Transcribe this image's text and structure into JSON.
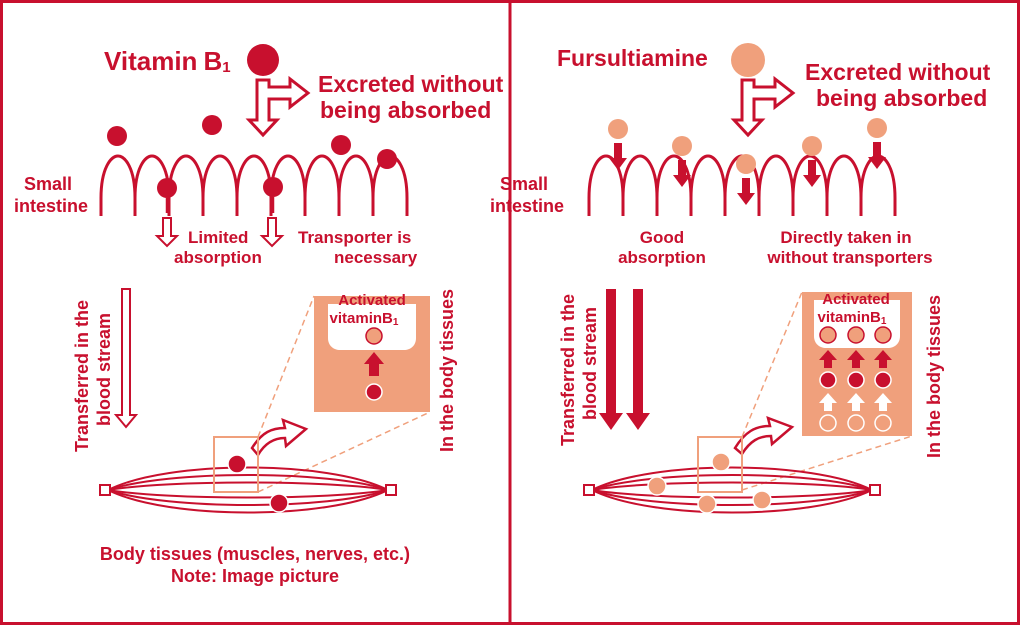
{
  "colors": {
    "red": "#c8102e",
    "salmon": "#f0a07c",
    "salmon_dark": "#e8916c",
    "white": "#ffffff"
  },
  "left_panel": {
    "title": "Vitamin",
    "title_suffix": "B",
    "title_subscript": "1",
    "excreted_line1": "Excreted without",
    "excreted_line2": "being absorbed",
    "small_intestine_line1": "Small",
    "small_intestine_line2": "intestine",
    "limited_line1": "Limited",
    "limited_line2": "absorption",
    "transporter_line1": "Transporter is",
    "transporter_line2": "necessary",
    "blood_line1": "Transferred in the",
    "blood_line2": "blood stream",
    "body_tissues_label": "In the body tissues",
    "activated_line1": "Activated",
    "activated_line2": "vitaminB",
    "activated_subscript": "1",
    "footer_line1": "Body tissues (muscles, nerves, etc.)",
    "footer_line2": "Note: Image picture"
  },
  "right_panel": {
    "title": "Fursultiamine",
    "excreted_line1": "Excreted without",
    "excreted_line2": "being absorbed",
    "small_intestine_line1": "Small",
    "small_intestine_line2": "intestine",
    "good_line1": "Good",
    "good_line2": "absorption",
    "direct_line1": "Directly taken in",
    "direct_line2": "without transporters",
    "blood_line1": "Transferred in the",
    "blood_line2": "blood stream",
    "body_tissues_label": "In the body tissues",
    "activated_line1": "Activated",
    "activated_line2": "vitaminB",
    "activated_subscript": "1"
  }
}
